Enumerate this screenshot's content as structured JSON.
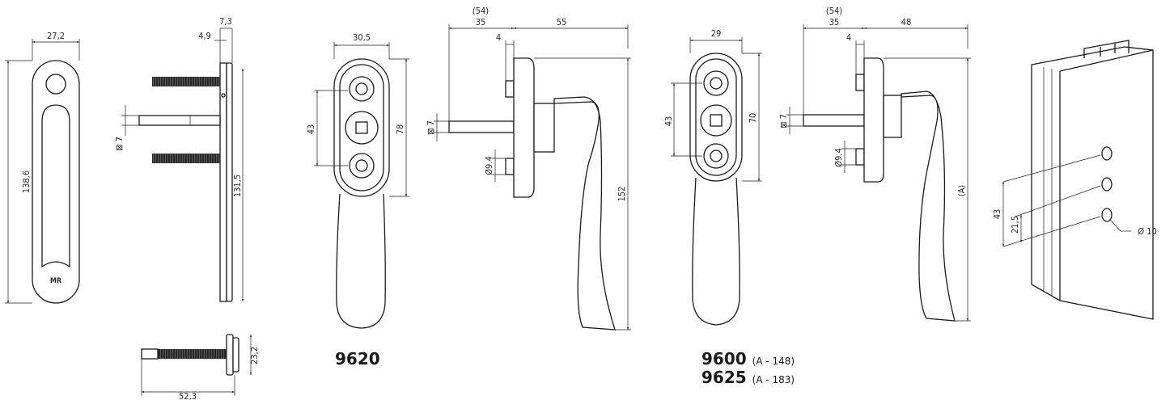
{
  "dims": {
    "d27_2": "27,2",
    "d138_6": "138,6",
    "d7_3": "7,3",
    "d4_9": "4,9",
    "d7_sq": "⊠ 7",
    "d131_5": "131,5",
    "d23_2": "23,2",
    "d52_3": "52,3",
    "d30_5": "30,5",
    "d43_a": "43",
    "d78": "78",
    "d54_a": "(54)",
    "d35_a": "35",
    "d4_a": "4",
    "d55": "55",
    "d7_sq_b": "⊠ 7",
    "d9_4_a": "Ø9.4",
    "d152": "152",
    "d29": "29",
    "d43_b": "43",
    "d70": "70",
    "d54_b": "(54)",
    "d35_b": "35",
    "d4_b": "4",
    "d48": "48",
    "d7_sq_c": "⊠ 7",
    "d9_4_b": "Ø9.4",
    "dA": "(A)",
    "d43_c": "43",
    "d21_5": "21,5",
    "d10": "Ø 10"
  },
  "logo": "MR",
  "models": {
    "m9620": "9620",
    "m9600": "9600",
    "m9600_sub": "(A - 148)",
    "m9625": "9625",
    "m9625_sub": "(A - 183)"
  }
}
